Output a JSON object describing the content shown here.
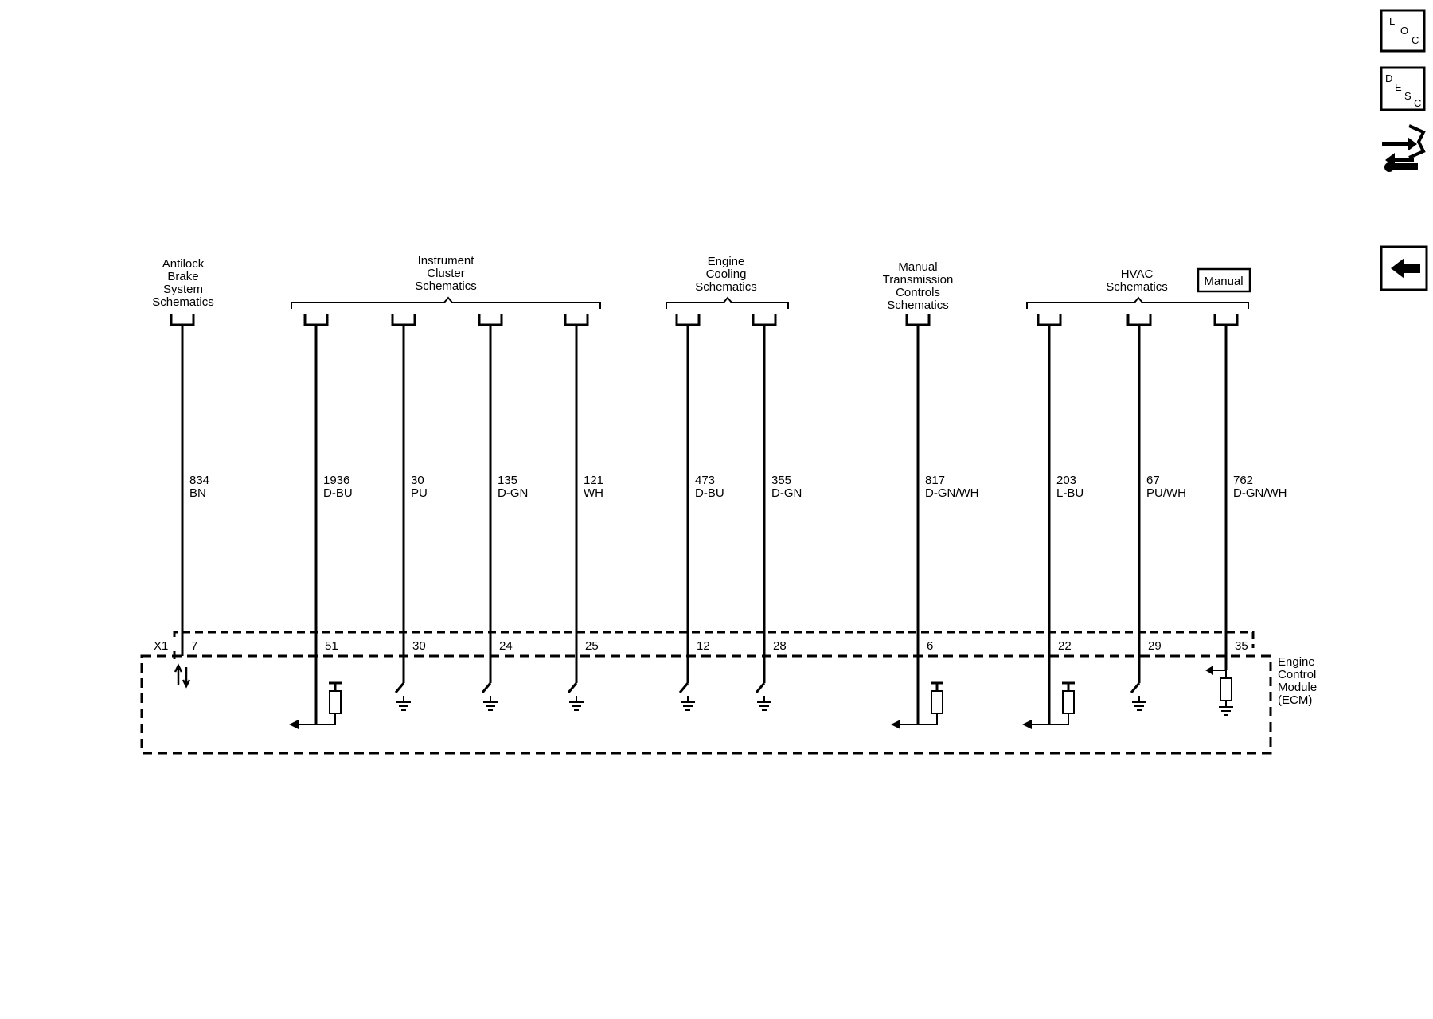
{
  "nav": {
    "loc": {
      "l": "L",
      "o": "O",
      "c": "C"
    },
    "desc": {
      "d": "D",
      "e": "E",
      "s": "S",
      "c": "C"
    },
    "connector_icon": "connector-tool-icon",
    "back_icon": "back-arrow-icon"
  },
  "headers": {
    "abs": [
      "Antilock",
      "Brake",
      "System",
      "Schematics"
    ],
    "ic": [
      "Instrument",
      "Cluster",
      "Schematics"
    ],
    "ec": [
      "Engine",
      "Cooling",
      "Schematics"
    ],
    "mt": [
      "Manual",
      "Transmission",
      "Controls",
      "Schematics"
    ],
    "hvac": [
      "HVAC",
      "Schematics"
    ],
    "manual_badge": "Manual"
  },
  "connector": "X1",
  "circuits": [
    {
      "num": "834",
      "color": "BN",
      "pin": "7",
      "type": "serial"
    },
    {
      "num": "1936",
      "color": "D-BU",
      "pin": "51",
      "type": "output-resistor"
    },
    {
      "num": "30",
      "color": "PU",
      "pin": "30",
      "type": "switch-ground"
    },
    {
      "num": "135",
      "color": "D-GN",
      "pin": "24",
      "type": "switch-ground"
    },
    {
      "num": "121",
      "color": "WH",
      "pin": "25",
      "type": "switch-ground"
    },
    {
      "num": "473",
      "color": "D-BU",
      "pin": "12",
      "type": "switch-ground"
    },
    {
      "num": "355",
      "color": "D-GN",
      "pin": "28",
      "type": "switch-ground"
    },
    {
      "num": "817",
      "color": "D-GN/WH",
      "pin": "6",
      "type": "output-resistor"
    },
    {
      "num": "203",
      "color": "L-BU",
      "pin": "22",
      "type": "output-resistor"
    },
    {
      "num": "67",
      "color": "PU/WH",
      "pin": "29",
      "type": "switch-ground"
    },
    {
      "num": "762",
      "color": "D-GN/WH",
      "pin": "35",
      "type": "input-resistor-ground"
    }
  ],
  "ecm": [
    "Engine",
    "Control",
    "Module",
    "(ECM)"
  ]
}
